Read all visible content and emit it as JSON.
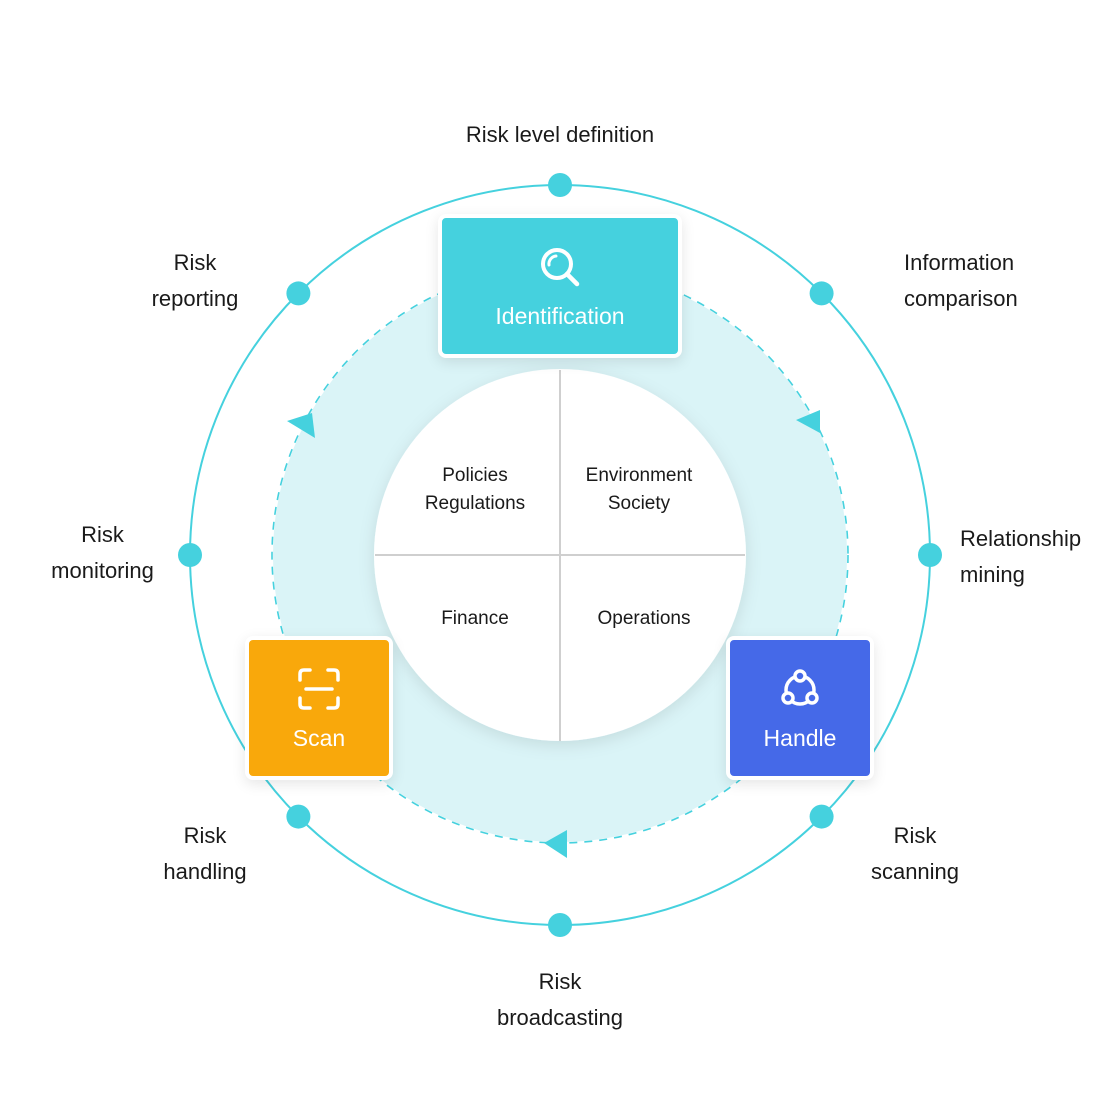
{
  "outer_steps": [
    {
      "id": "risk-level-definition",
      "lines": [
        "Risk level definition"
      ]
    },
    {
      "id": "information-comparison",
      "lines": [
        "Information",
        "comparison"
      ]
    },
    {
      "id": "relationship-mining",
      "lines": [
        "Relationship",
        "mining"
      ]
    },
    {
      "id": "risk-scanning",
      "lines": [
        "Risk",
        "scanning"
      ]
    },
    {
      "id": "risk-broadcasting",
      "lines": [
        "Risk",
        "broadcasting"
      ]
    },
    {
      "id": "risk-handling",
      "lines": [
        "Risk",
        "handling"
      ]
    },
    {
      "id": "risk-monitoring",
      "lines": [
        "Risk",
        "monitoring"
      ]
    },
    {
      "id": "risk-reporting",
      "lines": [
        "Risk",
        "reporting"
      ]
    }
  ],
  "stages": [
    {
      "id": "identification",
      "label": "Identification",
      "icon": "search-icon",
      "color": "#45D1DE"
    },
    {
      "id": "handle",
      "label": "Handle",
      "icon": "network-icon",
      "color": "#4569E8"
    },
    {
      "id": "scan",
      "label": "Scan",
      "icon": "scan-icon",
      "color": "#F9A80B"
    }
  ],
  "quadrants": [
    {
      "id": "policies-regulations",
      "lines": [
        "Policies",
        "Regulations"
      ]
    },
    {
      "id": "environment-society",
      "lines": [
        "Environment",
        "Society"
      ]
    },
    {
      "id": "finance",
      "lines": [
        "Finance"
      ]
    },
    {
      "id": "operations",
      "lines": [
        "Operations"
      ]
    }
  ],
  "colors": {
    "outer_ring": "#45D1DE",
    "cycle_band": "#DAF4F7",
    "dashed_arrow": "#45D1DE",
    "divider": "#CFCFCF"
  }
}
